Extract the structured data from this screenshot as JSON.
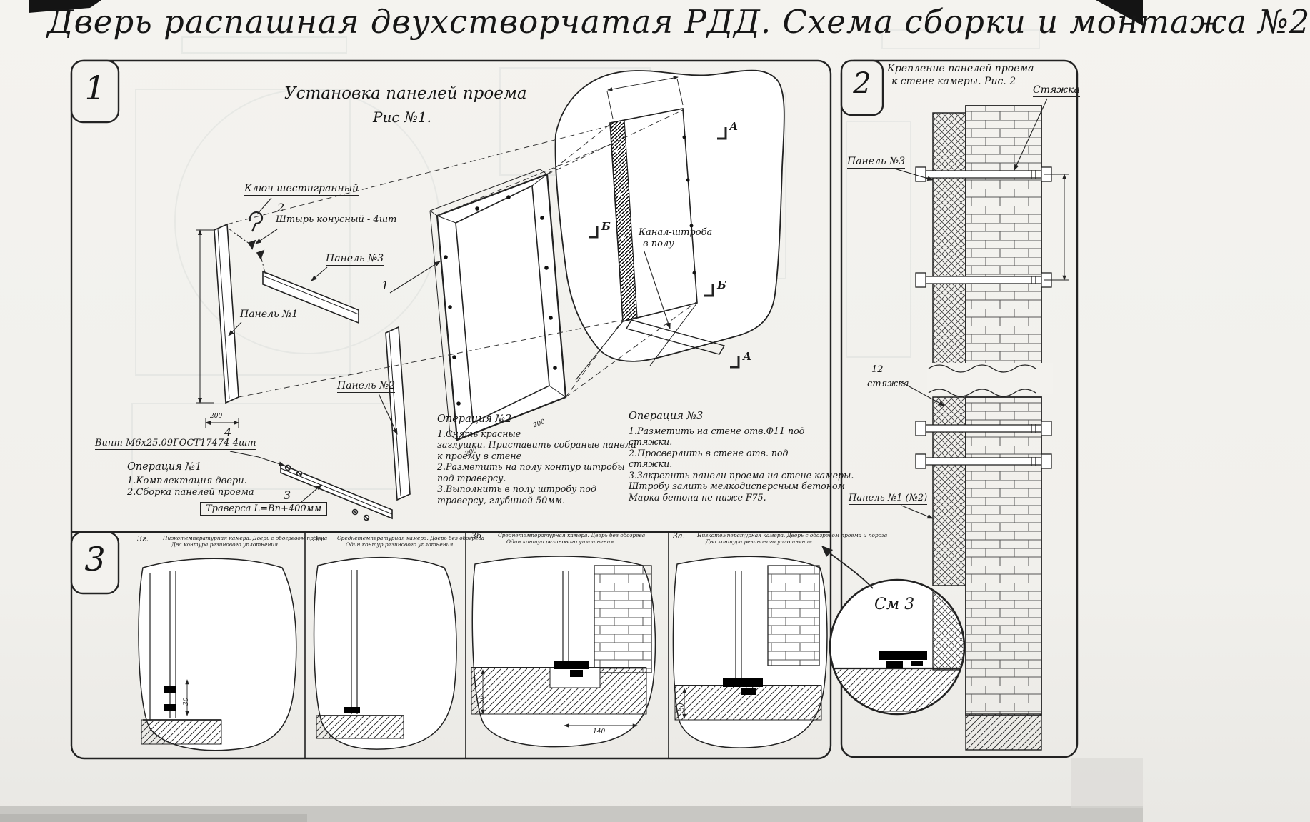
{
  "title": "Дверь распашная двухстворчатая РДД.  Схема сборки и монтажа №2",
  "section1": {
    "number": "1",
    "heading": "Установка панелей проема",
    "subheading": "Рис №1.",
    "labels": {
      "hex_key": "Ключ шестигранный",
      "pin": "Штырь конусный - 4шт",
      "panel3": "Панель №3",
      "panel1": "Панель №1",
      "panel2": "Панель №2",
      "screw": "Винт М6х25.09ГОСТ17474-4шт",
      "traverse": "Траверса  L=Bп+400мм",
      "channel1": "Канал-штроба",
      "channel2": "в полу"
    },
    "callouts": {
      "c1": "1",
      "c2": "2",
      "c3": "3",
      "c4": "4"
    },
    "marks": {
      "a": "А",
      "b": "Б"
    },
    "dims": {
      "d200": "200"
    },
    "op1": {
      "title": "Операция №1",
      "lines": [
        "1.Комплектация двери.",
        "2.Сборка панелей проема"
      ]
    },
    "op2": {
      "title": "Операция №2",
      "lines": [
        "1.Снять красные",
        "заглушки. Приставить собраные панели",
        "к проему в стене",
        "2.Разметить на полу контур штробы",
        "под траверсу.",
        "3.Выполнить в полу штробу под",
        "траверсу, глубиной 50мм."
      ]
    },
    "op3": {
      "title": "Операция №3",
      "lines": [
        "1.Разметить на стене отв.Ф11 под",
        "стяжки.",
        "2.Просверлить в стене отв.  под",
        "стяжки.",
        "3.Закрепить панели проема на стене камеры.",
        "Штробу залить мелкодисперсным бетоном",
        "Марка бетона не ниже   F75."
      ]
    }
  },
  "section2": {
    "number": "2",
    "heading1": "Крепление панелей проема",
    "heading2": "к стене камеры. Рис. 2",
    "labels": {
      "tie": "Стяжка",
      "panel3": "Панель №3",
      "tie_no": "12",
      "tie_small": "стяжка",
      "panel12": "Панель №1 (№2)",
      "see": "См 3"
    }
  },
  "section3": {
    "number": "3",
    "views": [
      {
        "id": "3г.",
        "cap1": "Низкотемпературная камера. Дверь с обогревом проема",
        "cap2": "Два контура резинового уплотнения",
        "dim": "30"
      },
      {
        "id": "3в.",
        "cap1": "Среднетемпературная камера. Дверь без обогрева",
        "cap2": "Один контур резинового уплотнения",
        "dim": ""
      },
      {
        "id": "3б.",
        "cap1": "Среднетемпературная камера. Дверь без обогрева",
        "cap2": "Один контур резинового уплотнения",
        "dim": "50",
        "dim2": "140"
      },
      {
        "id": "3а.",
        "cap1": "Низкотемпературная камера. Дверь с обогревом проема и порога",
        "cap2": "Два контура резинового уплотнения",
        "dim": "50"
      }
    ]
  }
}
